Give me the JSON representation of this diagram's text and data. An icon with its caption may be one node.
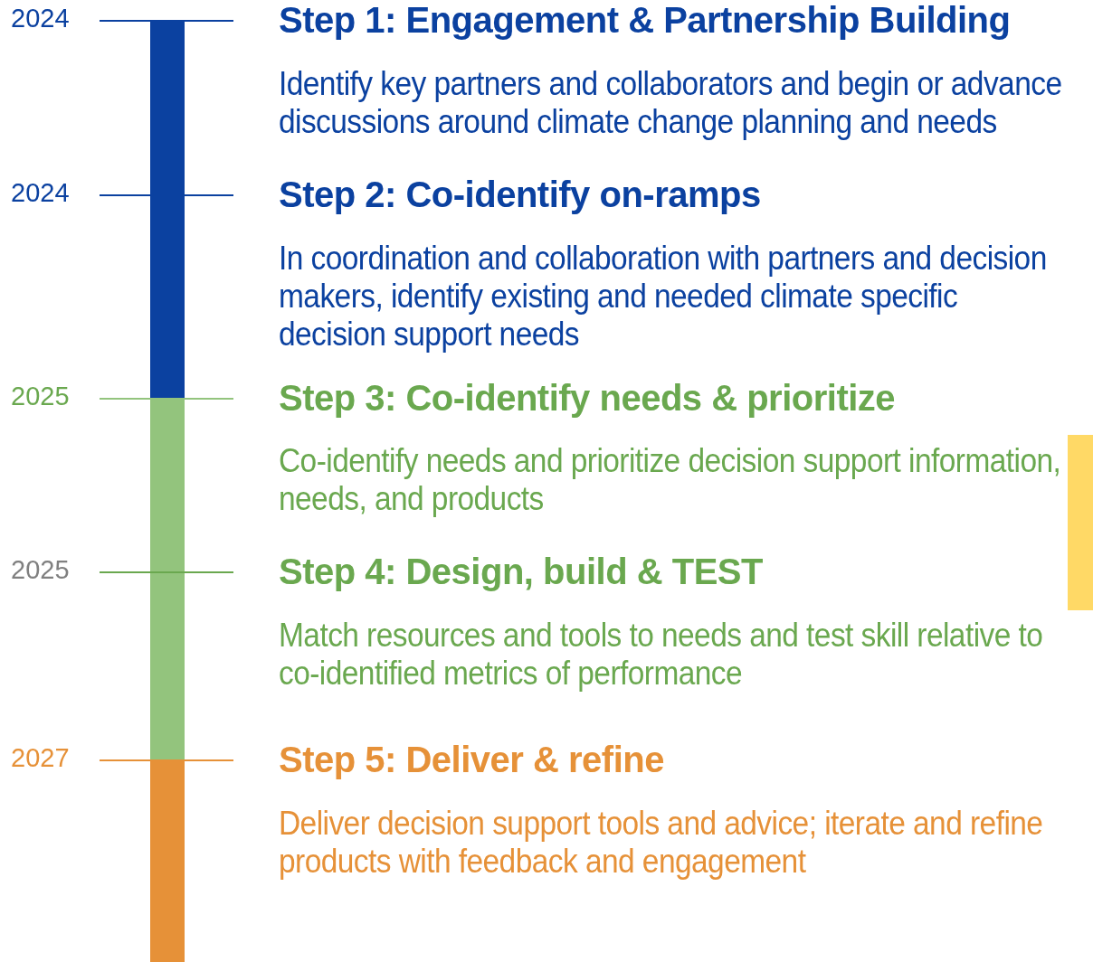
{
  "diagram": {
    "nodes": [
      {
        "text": [
          "Step 1: Engagement & Partnership Building",
          "Identify key partners and collaborators and begin or advance discussions around climate change planning and needs"
        ],
        "beside": [
          "2024"
        ]
      },
      {
        "text": [
          "Step 2: Co-identify on-ramps",
          "In coordination and collaboration with partners and decision makers, identify existing and needed climate specific decision support needs"
        ],
        "beside": [
          "2024"
        ]
      },
      {
        "text": [
          "Step 3: Co-identify needs & prioritize",
          "Co-identify needs and prioritize decision support information, needs, and products"
        ],
        "beside": [
          "2025"
        ]
      },
      {
        "text": [
          "Step 4: Design, build & TEST",
          "Match resources and tools to needs and test skill relative to co-identified metrics of performance"
        ],
        "beside": [
          "2025"
        ]
      },
      {
        "text": [
          "Step 5: Deliver & refine",
          "Deliver decision support tools and advice; iterate and refine products with feedback and engagement"
        ],
        "beside": [
          "2027"
        ]
      }
    ]
  }
}
